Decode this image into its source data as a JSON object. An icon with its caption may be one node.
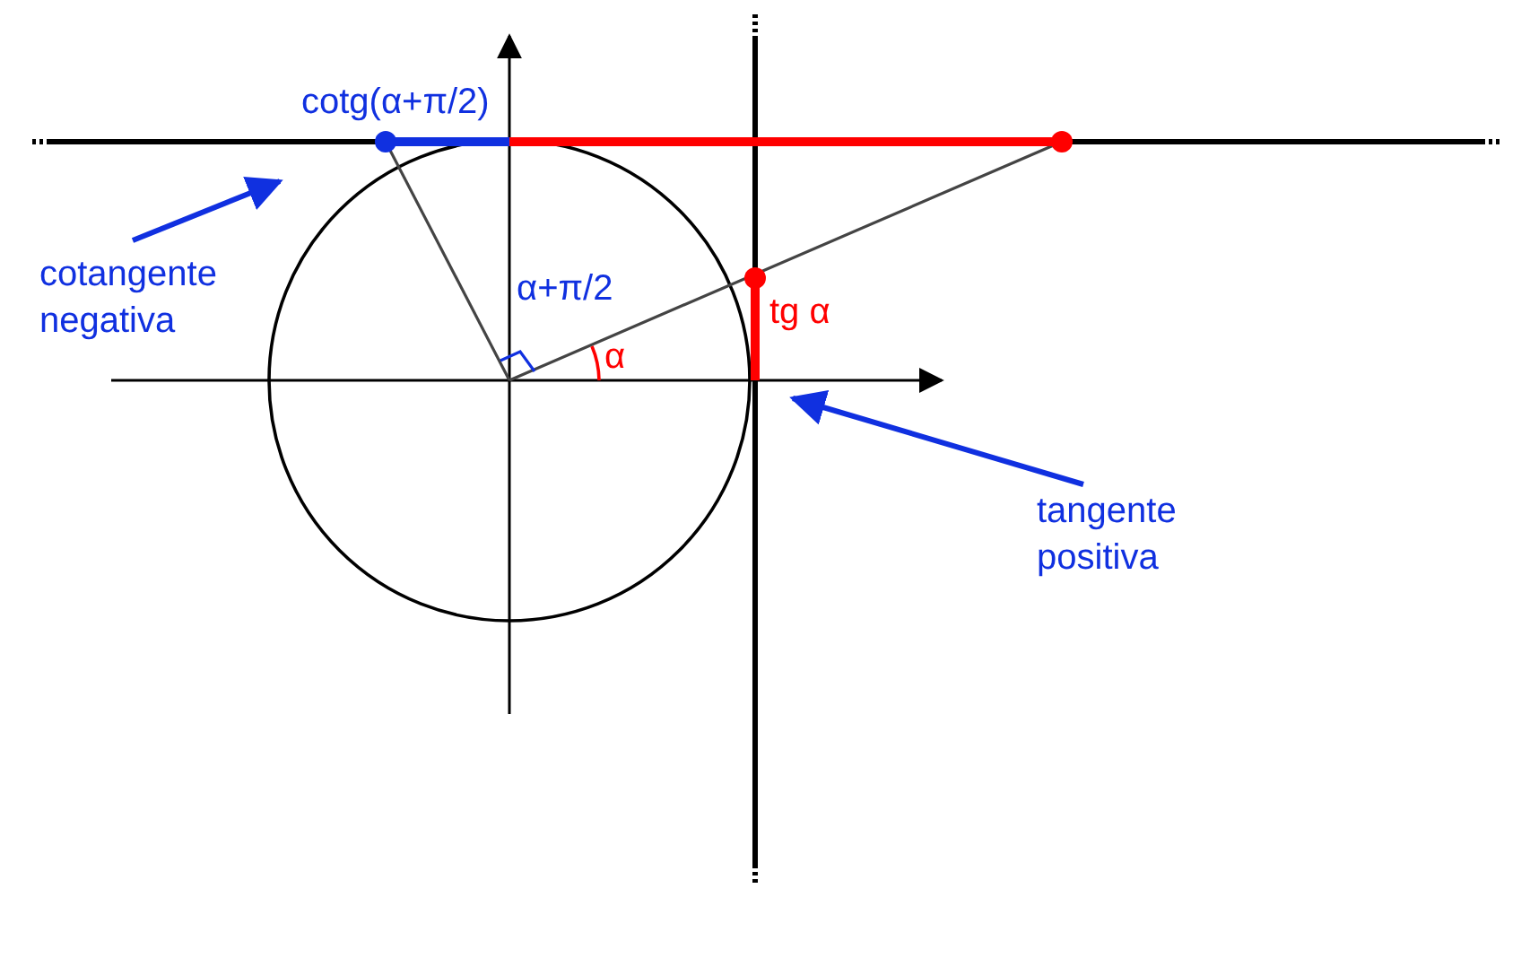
{
  "diagram": {
    "nodes": [
      {
        "text": [
          "cotangente negativa"
        ]
      },
      {
        "text": [
          "tangente positiva"
        ]
      },
      {
        "text": [],
        "shape": "line"
      },
      {
        "text": [],
        "shape": "line"
      }
    ],
    "edges": [
      {
        "from": 0,
        "to": 2,
        "arrow": "to"
      },
      {
        "from": 1,
        "to": 3,
        "arrow": "to"
      }
    ],
    "labels": [
      "cotg(α+π/2)",
      "α+π/2",
      "α",
      "tg α"
    ]
  }
}
